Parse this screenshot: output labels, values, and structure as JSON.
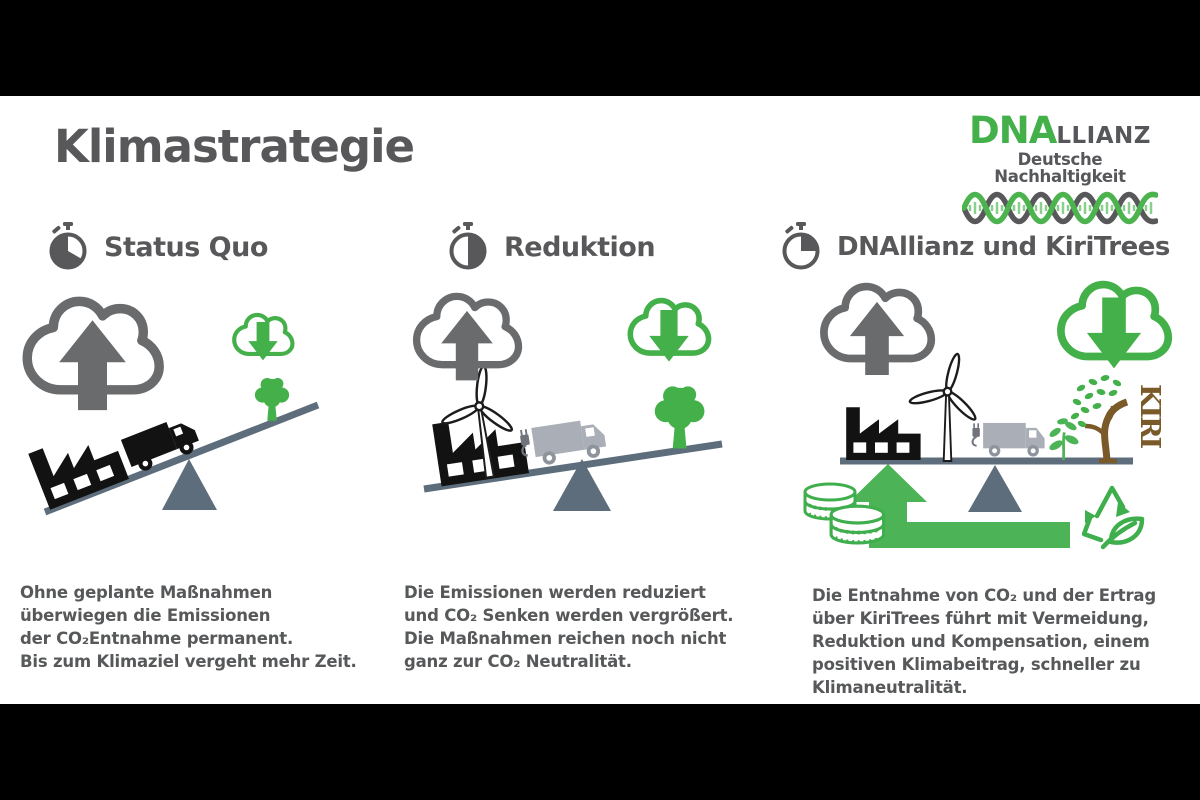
{
  "title": "Klimastrategie",
  "logo": {
    "brand_primary": "DNA",
    "brand_secondary": "LLIANZ",
    "tagline": "Deutsche Nachhaltigkeit"
  },
  "colors": {
    "brand_green": "#44b04a",
    "text_gray": "#58585a",
    "silhouette_black": "#121212",
    "beam_slate": "#5d6d7b",
    "truck_gray": "#a9aeb7",
    "kiri_brown": "#7a5a28",
    "background": "#000000",
    "panel": "#ffffff"
  },
  "columns": [
    {
      "heading": "Status Quo",
      "timer_filled_deg": 240,
      "description_lines": [
        "Ohne geplante Maßnahmen",
        "überwiegen die Emissionen",
        "der CO₂Entnahme permanent.",
        "Bis zum Klimaziel vergeht mehr Zeit."
      ]
    },
    {
      "heading": "Reduktion",
      "timer_filled_deg": 180,
      "description_lines": [
        "Die Emissionen werden reduziert",
        "und CO₂ Senken werden vergrößert.",
        "Die Maßnahmen reichen noch nicht",
        "ganz zur CO₂ Neutralität."
      ]
    },
    {
      "heading": "DNAllianz und KiriTrees",
      "timer_filled_deg": 90,
      "kiri_label": "KIRI",
      "description_lines": [
        "Die Entnahme von CO₂ und der Ertrag",
        "über KiriTrees führt mit Vermeidung,",
        "Reduktion und Kompensation, einem",
        "positiven Klimabeitrag, schneller zu",
        "Klimaneutralität."
      ]
    }
  ]
}
